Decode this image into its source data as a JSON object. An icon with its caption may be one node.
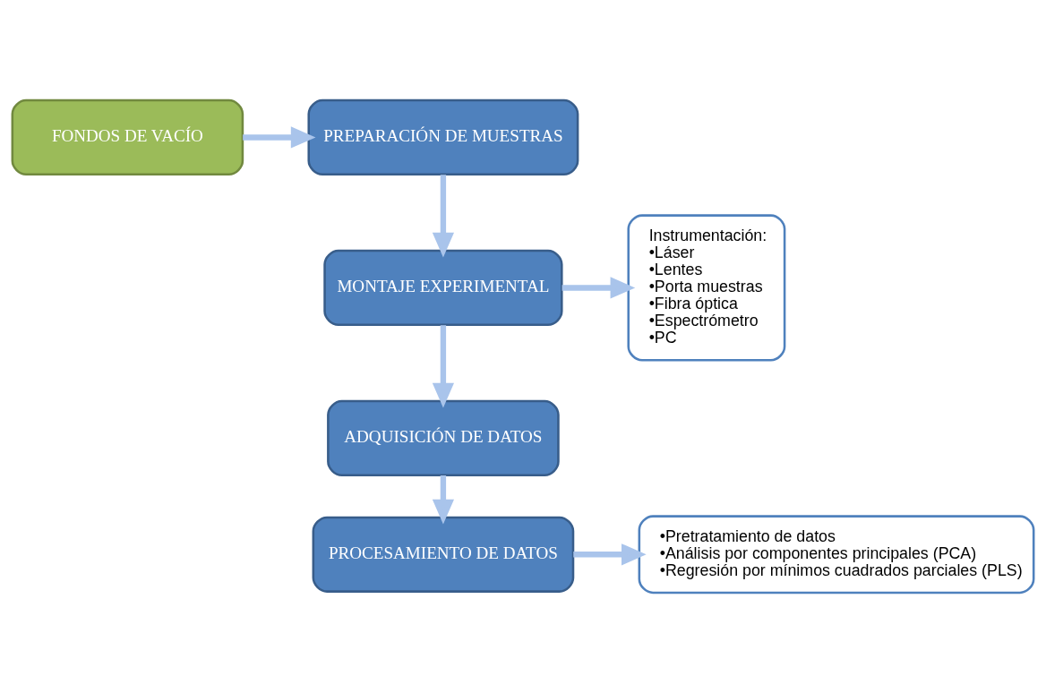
{
  "diagram": {
    "nodes": [
      {
        "text": [
          "FONDOS DE VACÍO"
        ]
      },
      {
        "text": [
          "PREPARACIÓN DE MUESTRAS"
        ]
      },
      {
        "text": [
          "MONTAJE EXPERIMENTAL"
        ]
      },
      {
        "text": [
          "Instrumentación:",
          "•Láser",
          "•Lentes",
          "•Porta muestras",
          "•Fibra óptica",
          "•Espectrómetro",
          "•PC"
        ]
      },
      {
        "text": [
          "ADQUISICIÓN DE DATOS"
        ]
      },
      {
        "text": [
          "PROCESAMIENTO DE DATOS"
        ]
      },
      {
        "text": [
          "•Pretratamiento de datos",
          "•Análisis por componentes principales (PCA)",
          "•Regresión por mínimos cuadrados parciales (PLS)"
        ]
      }
    ],
    "edges": [
      {
        "from": 0,
        "to": 1,
        "arrow": "to"
      },
      {
        "from": 1,
        "to": 2,
        "arrow": "to"
      },
      {
        "from": 2,
        "to": 3,
        "arrow": "to"
      },
      {
        "from": 2,
        "to": 4,
        "arrow": "to"
      },
      {
        "from": 4,
        "to": 5,
        "arrow": "to"
      },
      {
        "from": 5,
        "to": 6,
        "arrow": "to"
      }
    ]
  }
}
